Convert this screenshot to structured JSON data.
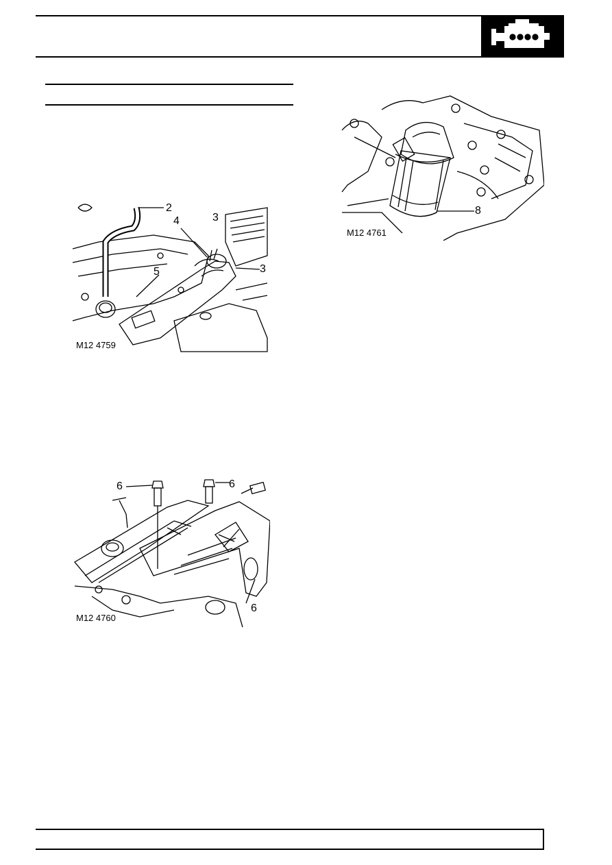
{
  "header": {
    "section_icon": "engine-icon",
    "icon_bg": "#000000"
  },
  "figures": [
    {
      "id": "M12 4759",
      "callouts": [
        "2",
        "3",
        "4",
        "3",
        "5"
      ]
    },
    {
      "id": "M12 4760",
      "callouts": [
        "6",
        "6",
        "6"
      ]
    },
    {
      "id": "M12 4761",
      "callouts": [
        "8"
      ]
    }
  ]
}
